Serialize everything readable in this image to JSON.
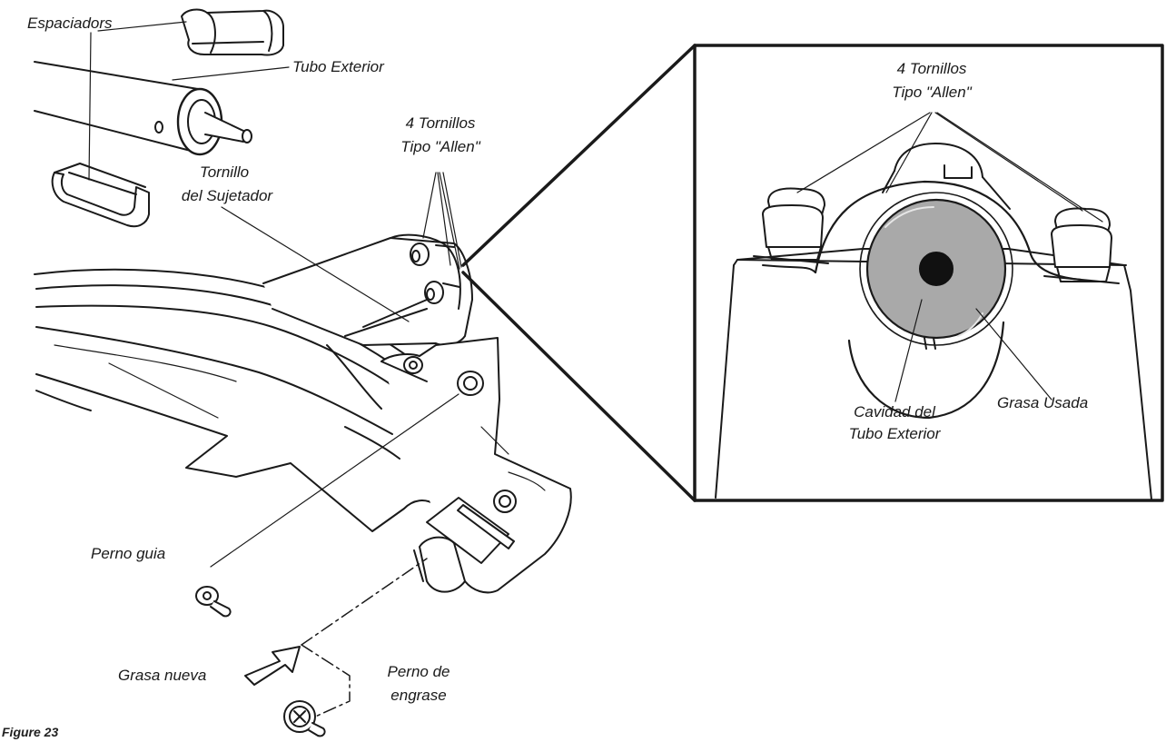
{
  "labels": {
    "spacers": "Espaciadors",
    "outer_tube": "Tubo Exterior",
    "fastener_screw_1": "Tornillo",
    "fastener_screw_2": "del Sujetador",
    "allen_screws_1": "4 Tornillos",
    "allen_screws_2": "Tipo \"Allen\"",
    "guide_bolt": "Perno guia",
    "new_grease": "Grasa nueva",
    "grease_bolt_1": "Perno de",
    "grease_bolt_2": "engrase"
  },
  "inset": {
    "allen_screws_1": "4 Tornillos",
    "allen_screws_2": "Tipo \"Allen\"",
    "cavity_1": "Cavidad del",
    "cavity_2": "Tubo Exterior",
    "used_grease": "Grasa Usada"
  },
  "caption": "Figure  23"
}
